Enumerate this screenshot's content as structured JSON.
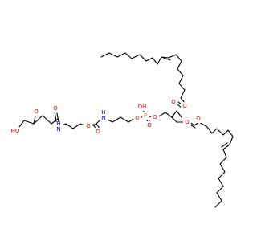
{
  "colors": {
    "background": "#ffffff",
    "bond": "#000000",
    "oxygen": "#ff0000",
    "nitrogen": "#0000ff",
    "phosphorus": "#ff8000"
  },
  "atoms": {
    "succinyl_acid_O": "O",
    "succinyl_acid_HO": "HO",
    "succinyl_amide_O": "O",
    "amide_NH_1": "N",
    "amide_NH_1_h": "H",
    "carbamate_O_ether": "O",
    "carbamate_O_carbonyl": "O",
    "carbamate_NH": "N",
    "carbamate_NH_h": "H",
    "phosphate_O_left": "O",
    "phosphate_P": "P",
    "phosphate_OH": "OH",
    "phosphate_O_double": "O",
    "phosphate_O_right": "O",
    "ester_O_sn2": "O",
    "ester_O_sn2_carbonyl": "O",
    "ester_O_sn1": "O",
    "ester_O_sn1_carbonyl": "O"
  },
  "double_bond_config": {
    "upper_chain": "cis",
    "lower_chain": "cis"
  }
}
